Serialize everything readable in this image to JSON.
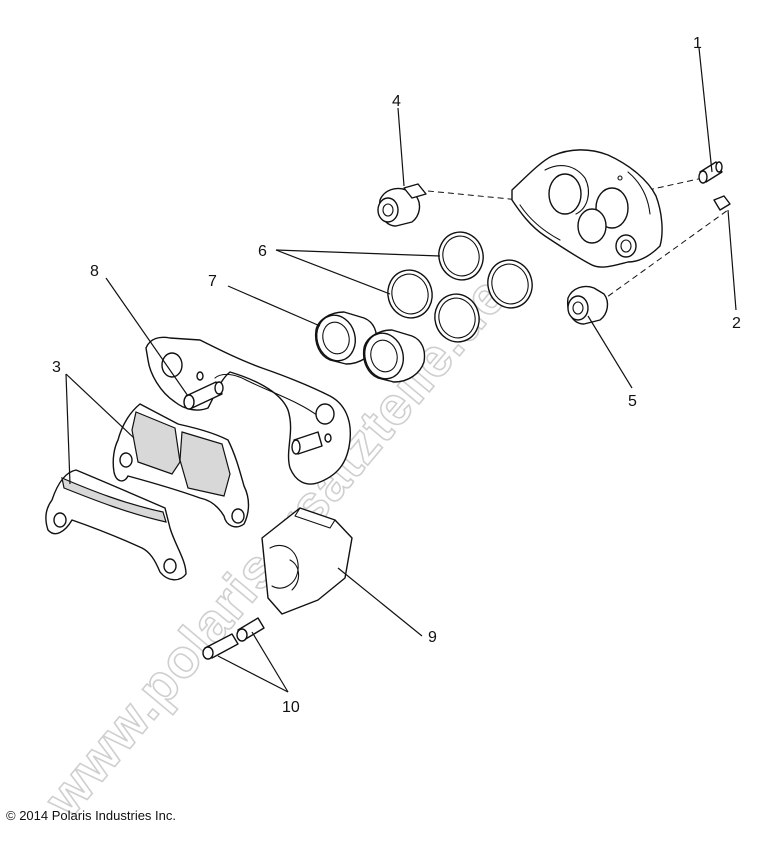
{
  "diagram": {
    "watermark": "www.polarisersatzteile.de",
    "copyright": "© 2014 Polaris Industries Inc.",
    "callouts": [
      "1",
      "2",
      "3",
      "4",
      "5",
      "6",
      "7",
      "8",
      "9",
      "10"
    ]
  }
}
